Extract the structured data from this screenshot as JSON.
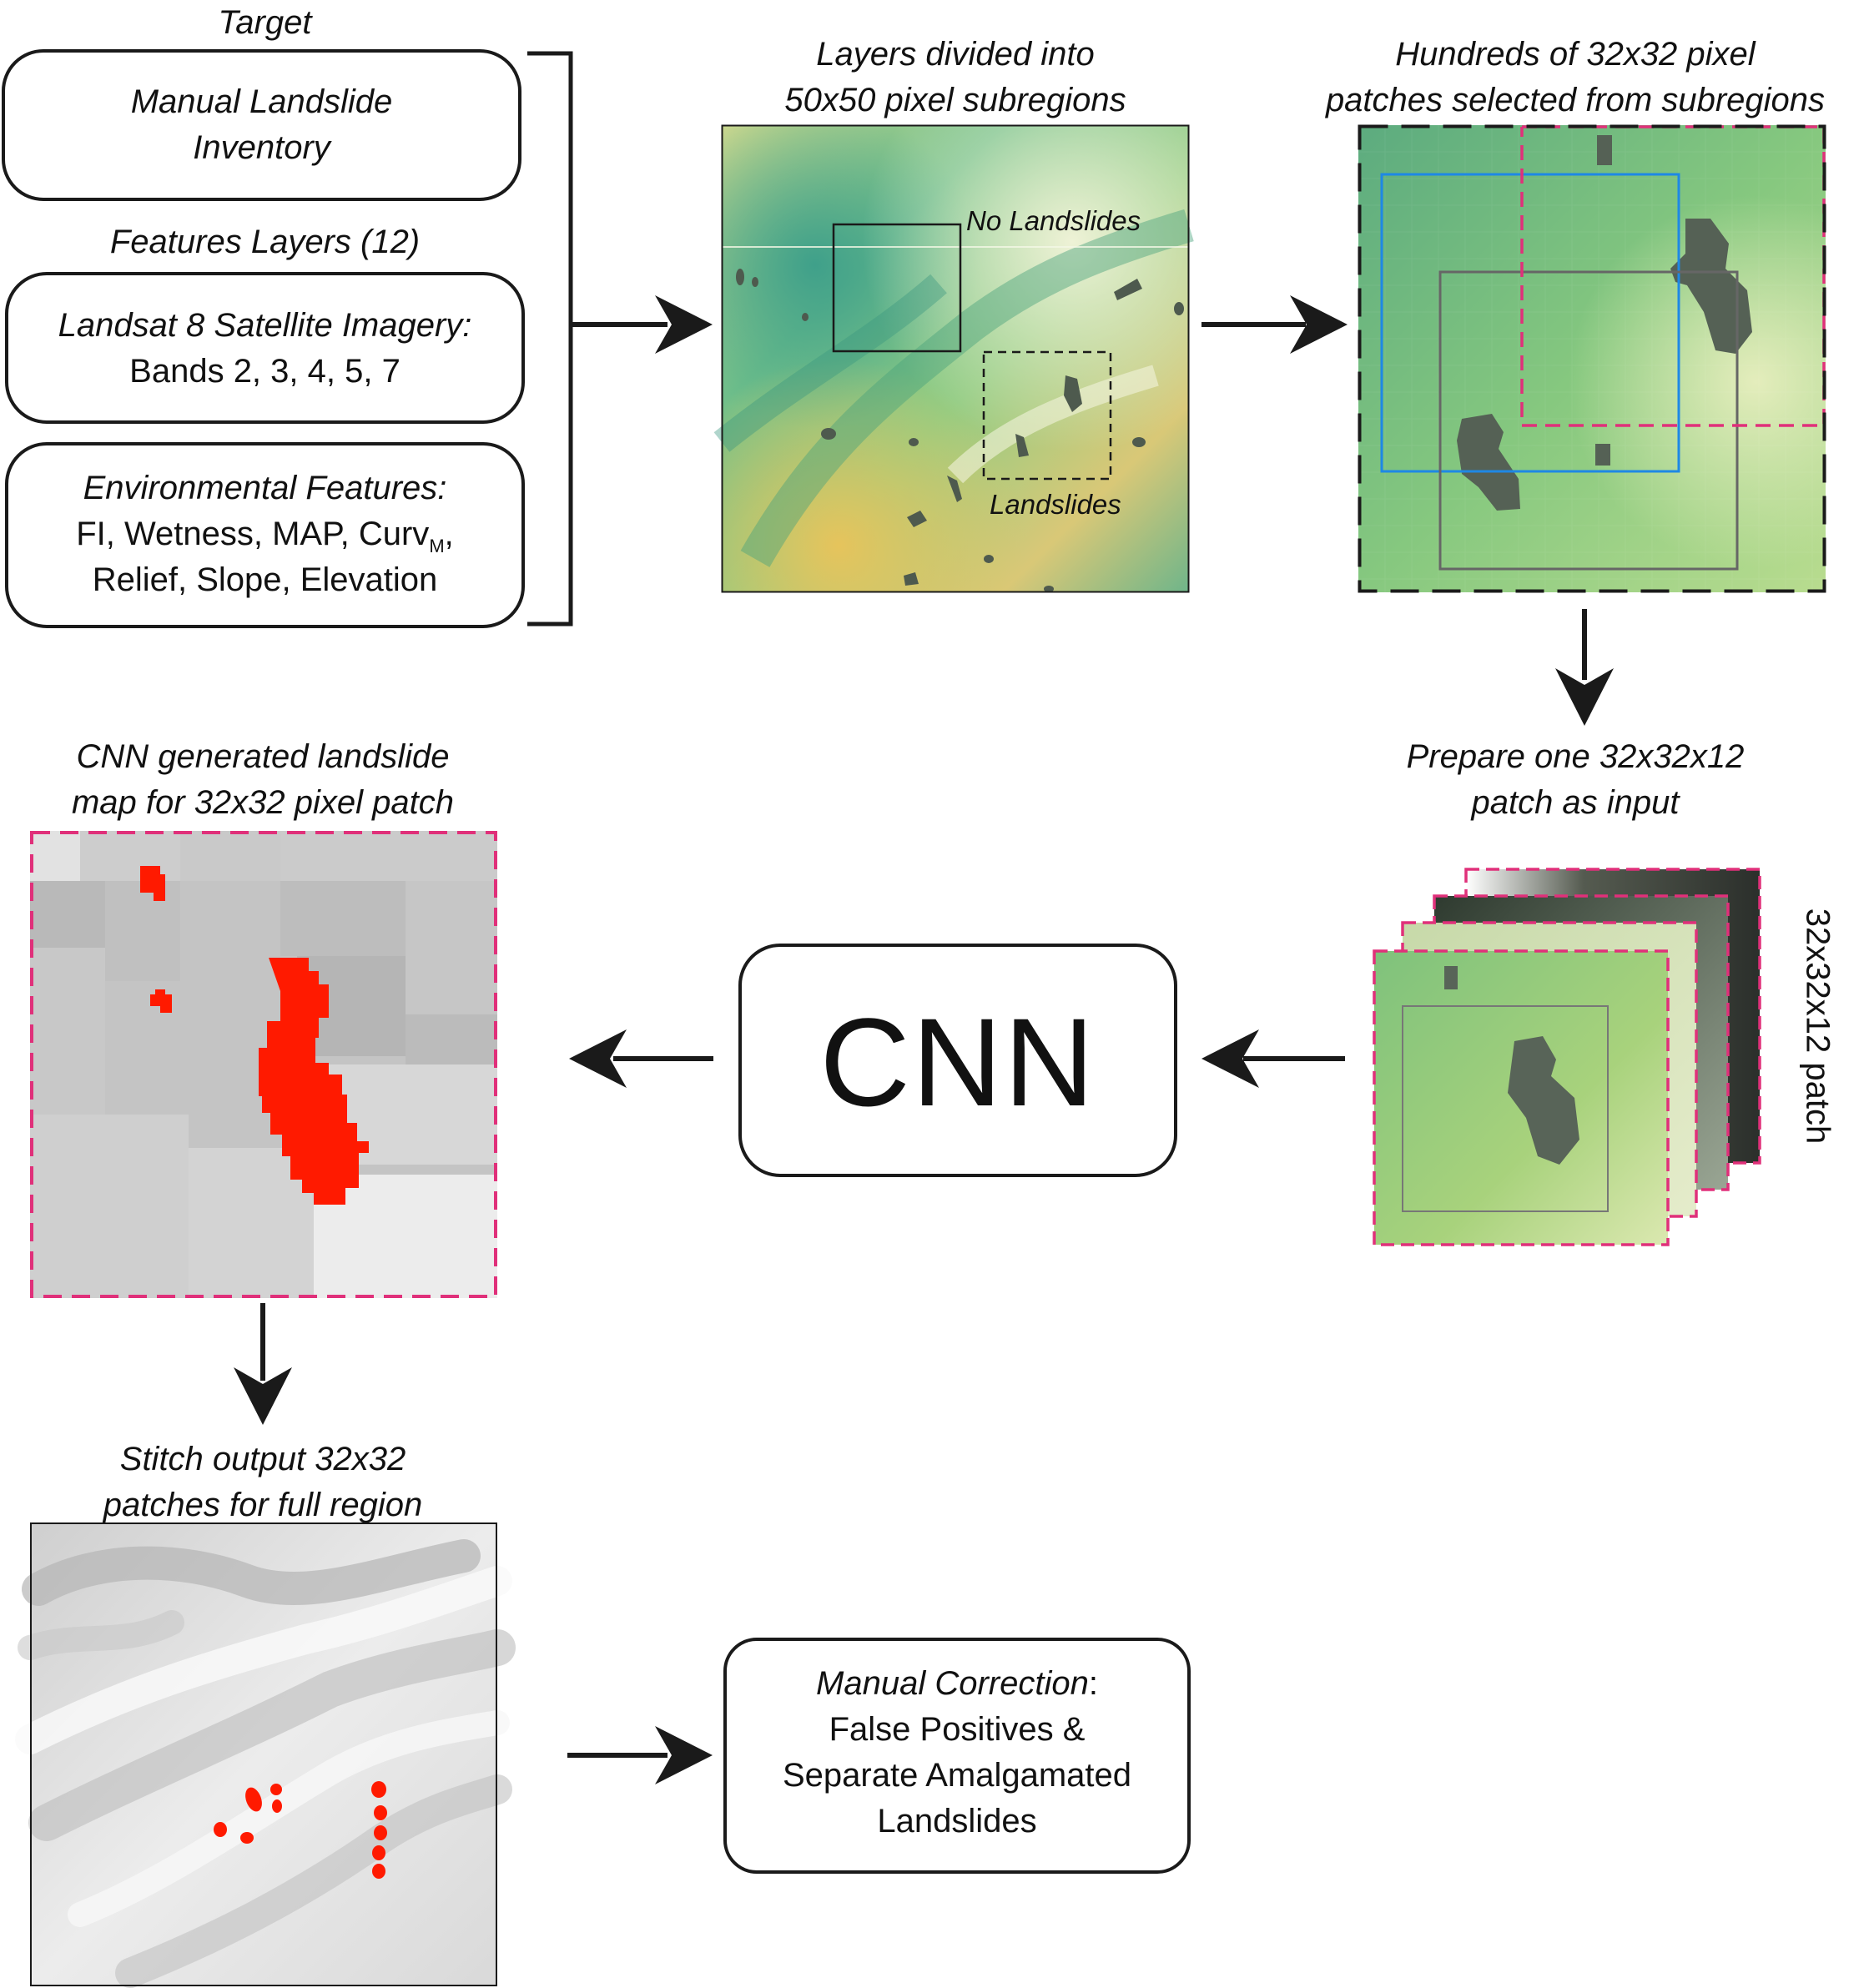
{
  "target": {
    "heading": "Target",
    "box_line1": "Manual Landslide",
    "box_line2": "Inventory"
  },
  "features": {
    "heading": "Features Layers (12)",
    "landsat": {
      "title": "Landsat 8 Satellite Imagery:",
      "bands": "Bands 2, 3, 4, 5, 7"
    },
    "environmental": {
      "title": "Environmental Features:",
      "line1_prefix": "FI, Wetness, MAP, Curv",
      "line1_sub": "M",
      "line1_suffix": ",",
      "line2": "Relief, Slope, Elevation"
    }
  },
  "subregions": {
    "caption_line1": "Layers divided into",
    "caption_line2": "50x50 pixel subregions",
    "label_no_landslides": "No Landslides",
    "label_landslides": "Landslides"
  },
  "patches": {
    "caption_line1": "Hundreds of 32x32 pixel",
    "caption_line2": "patches selected from subregions"
  },
  "prepare": {
    "caption_line1": "Prepare one 32x32x12",
    "caption_line2": "patch as input",
    "stack_label": "32x32x12 patch"
  },
  "cnn": {
    "label": "CNN"
  },
  "cnn_output": {
    "caption_line1": "CNN generated landslide",
    "caption_line2": "map for 32x32 pixel patch"
  },
  "stitch": {
    "caption_line1": "Stitch output 32x32",
    "caption_line2": "patches for full region"
  },
  "correction": {
    "title": "Manual Correction",
    "title_suffix": ":",
    "line2": "False Positives &",
    "line3": "Separate Amalgamated",
    "line4": "Landslides"
  },
  "colors": {
    "patch_border": "#e0307a",
    "landslide_red": "#ff1a00",
    "landslide_dark": "#4e5a4e",
    "selection_blue": "#1e88e5",
    "arrow": "#1a1a1a"
  }
}
